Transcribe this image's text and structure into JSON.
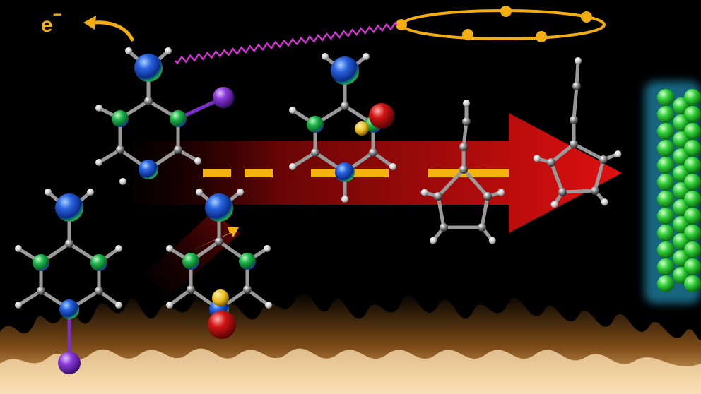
{
  "electron_label": {
    "symbol": "e",
    "charge": "−"
  },
  "colors": {
    "background": "#000000",
    "electron_accent": "#f2ad10",
    "photon_wave": "#e62ee6",
    "arrow_red": "#d20a0a",
    "nitrogen_blue": "#1f4fd6",
    "carbon_green": "#19b34a",
    "iodine_purple": "#7b2fc8",
    "oxygen_red": "#c81010",
    "bond_gray": "#9a9a9a",
    "hydrogen_white": "#eeeeee",
    "surface_green": "#3bd23b",
    "surface_glow": "#2bb8e8"
  },
  "icons": [
    "electron-orbit-icon",
    "photon-wave-icon",
    "flame-background",
    "reaction-arrow"
  ]
}
